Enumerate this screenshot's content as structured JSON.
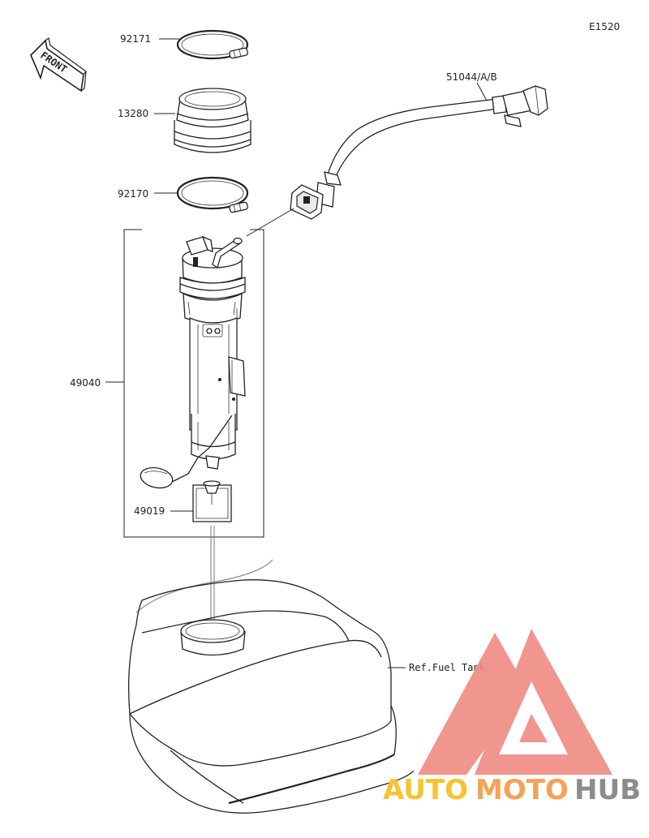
{
  "diagram_code": "E1520",
  "front_label": "FRONT",
  "part_labels": {
    "clamp_upper": "92171",
    "grommet": "13280",
    "clamp_lower": "92170",
    "hose": "51044/A/B",
    "fuel_pump_assembly": "49040",
    "fuel_filter": "49019",
    "fuel_tank_ref": "Ref.Fuel Tank"
  },
  "watermark": {
    "brand_part1": "AUTO",
    "brand_part2": "MOTO",
    "brand_part3": "HUB",
    "color_logo": "#f08a83",
    "color_auto": "#f4c431",
    "color_moto": "#f4a259",
    "color_hub": "#8c8c8c"
  }
}
